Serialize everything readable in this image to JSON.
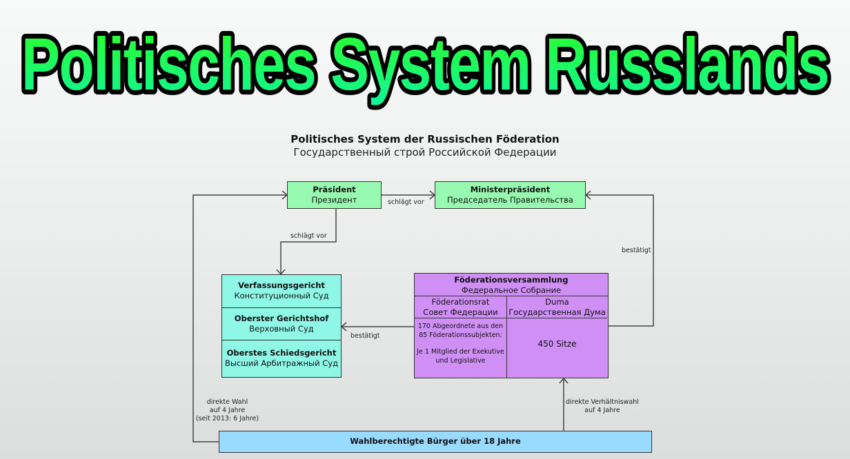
{
  "banner": {
    "title": "Politisches System Russlands"
  },
  "diagram": {
    "title_de": "Politisches System der Russischen Föderation",
    "title_ru": "Государственный строй Российской Федерации",
    "colors": {
      "executive": "#98fab0",
      "courts": "#8ff7e6",
      "parliament": "#cf8ff5",
      "citizens": "#99daff"
    },
    "president": {
      "de": "Präsident",
      "ru": "Президент"
    },
    "prime_minister": {
      "de": "Ministerpräsident",
      "ru": "Председатель Правительства"
    },
    "courts": [
      {
        "de": "Verfassungsgericht",
        "ru": "Конституционный Суд"
      },
      {
        "de": "Oberster Gerichtshof",
        "ru": "Верховный Суд"
      },
      {
        "de": "Oberstes Schiedsgericht",
        "ru": "Высший Арбитражный Суд"
      }
    ],
    "federal_assembly": {
      "de": "Föderationsversammlung",
      "ru": "Федеральное Собрание",
      "federation_council": {
        "de": "Föderationsrat",
        "ru": "Совет Федерации",
        "desc_1": "170 Abgeordnete aus den",
        "desc_2": "85 Föderationssubjekten:",
        "desc_3": "Je 1 Mitglied der Exekutive",
        "desc_4": "und Legislative"
      },
      "duma": {
        "de": "Duma",
        "ru": "Государственная Дума",
        "seats": "450 Sitze"
      }
    },
    "citizens": "Wahlberechtigte Bürger über 18 Jahre",
    "edges": {
      "president_to_pm": "schlägt vor",
      "president_to_courts": "schlägt vor",
      "council_to_courts": "bestätigt",
      "duma_to_pm": "bestätigt",
      "citizens_to_president_1": "direkte Wahl",
      "citizens_to_president_2": "auf 4 Jahre",
      "citizens_to_president_3": "(seit 2013: 6 Jahre)",
      "citizens_to_duma_1": "direkte Verhältniswahl",
      "citizens_to_duma_2": "auf 4 Jahre"
    }
  }
}
